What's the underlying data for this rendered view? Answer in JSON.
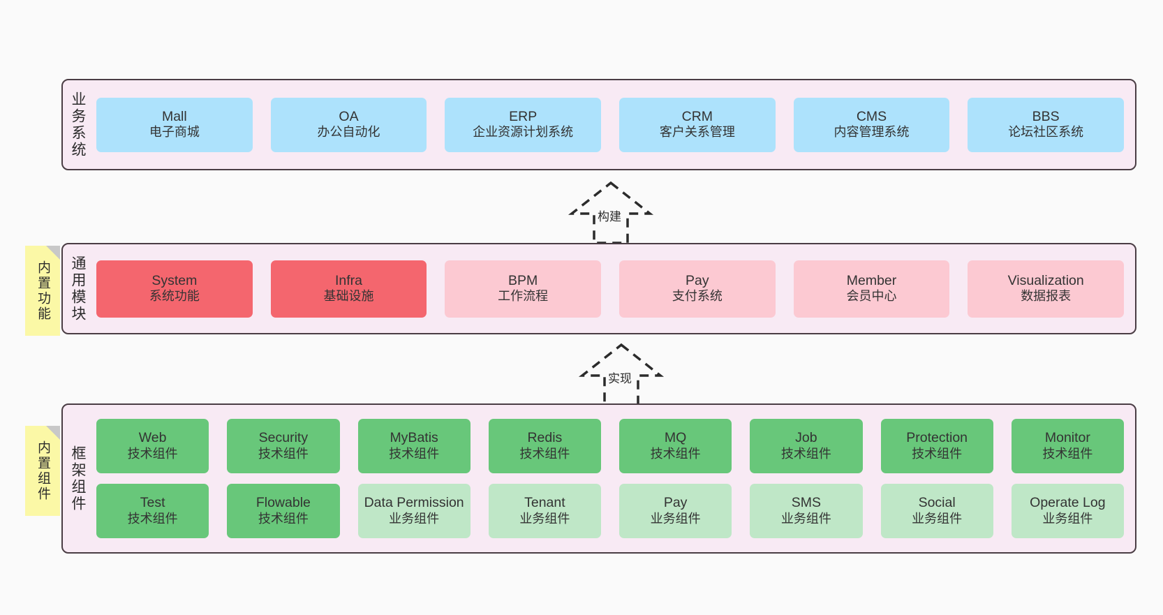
{
  "layers": [
    {
      "id": "business",
      "title": "业务系统",
      "rows": [
        [
          {
            "en": "Mall",
            "cn": "电子商城",
            "color": "blue"
          },
          {
            "en": "OA",
            "cn": "办公自动化",
            "color": "blue"
          },
          {
            "en": "ERP",
            "cn": "企业资源计划系统",
            "color": "blue"
          },
          {
            "en": "CRM",
            "cn": "客户关系管理",
            "color": "blue"
          },
          {
            "en": "CMS",
            "cn": "内容管理系统",
            "color": "blue"
          },
          {
            "en": "BBS",
            "cn": "论坛社区系统",
            "color": "blue"
          }
        ]
      ]
    },
    {
      "id": "modules",
      "title": "通用模块",
      "rows": [
        [
          {
            "en": "System",
            "cn": "系统功能",
            "color": "red"
          },
          {
            "en": "Infra",
            "cn": "基础设施",
            "color": "red"
          },
          {
            "en": "BPM",
            "cn": "工作流程",
            "color": "pink"
          },
          {
            "en": "Pay",
            "cn": "支付系统",
            "color": "pink"
          },
          {
            "en": "Member",
            "cn": "会员中心",
            "color": "pink"
          },
          {
            "en": "Visualization",
            "cn": "数据报表",
            "color": "pink"
          }
        ]
      ]
    },
    {
      "id": "framework",
      "title": "框架组件",
      "rows": [
        [
          {
            "en": "Web",
            "cn": "技术组件",
            "color": "green"
          },
          {
            "en": "Security",
            "cn": "技术组件",
            "color": "green"
          },
          {
            "en": "MyBatis",
            "cn": "技术组件",
            "color": "green"
          },
          {
            "en": "Redis",
            "cn": "技术组件",
            "color": "green"
          },
          {
            "en": "MQ",
            "cn": "技术组件",
            "color": "green"
          },
          {
            "en": "Job",
            "cn": "技术组件",
            "color": "green"
          },
          {
            "en": "Protection",
            "cn": "技术组件",
            "color": "green"
          },
          {
            "en": "Monitor",
            "cn": "技术组件",
            "color": "green"
          }
        ],
        [
          {
            "en": "Test",
            "cn": "技术组件",
            "color": "green"
          },
          {
            "en": "Flowable",
            "cn": "技术组件",
            "color": "green"
          },
          {
            "en": "Data Permission",
            "cn": "业务组件",
            "color": "greenlight"
          },
          {
            "en": "Tenant",
            "cn": "业务组件",
            "color": "greenlight"
          },
          {
            "en": "Pay",
            "cn": "业务组件",
            "color": "greenlight"
          },
          {
            "en": "SMS",
            "cn": "业务组件",
            "color": "greenlight"
          },
          {
            "en": "Social",
            "cn": "业务组件",
            "color": "greenlight"
          },
          {
            "en": "Operate Log",
            "cn": "业务组件",
            "color": "greenlight"
          }
        ]
      ]
    }
  ],
  "notes": [
    {
      "id": "functions",
      "label": "内置功能"
    },
    {
      "id": "components",
      "label": "内置组件"
    }
  ],
  "arrows": [
    {
      "id": "build",
      "label": "构建"
    },
    {
      "id": "impl",
      "label": "实现"
    }
  ],
  "colors": {
    "background": "#fafafa",
    "layer_fill": "#f8eaf4",
    "layer_border": "#4a3d44",
    "blue": "#ade2fc",
    "red": "#f4666e",
    "pink": "#fcc9d2",
    "green": "#68c77a",
    "green_light": "#bfe7c7",
    "note_fill": "#fbf8a6",
    "note_fold": "#c8c8c8",
    "text": "#333333"
  }
}
